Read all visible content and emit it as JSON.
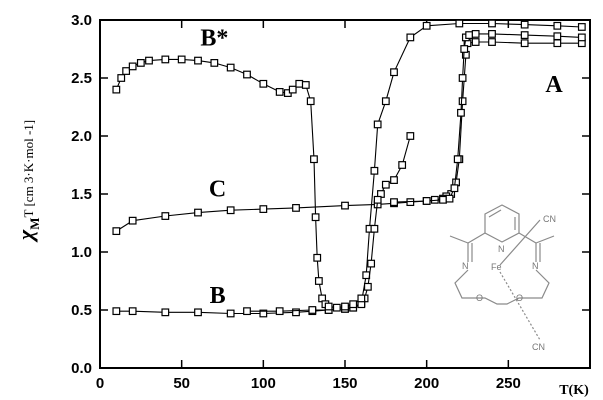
{
  "chart_data": {
    "type": "scatter",
    "xlabel": "T(K)",
    "ylabel_main": "χ",
    "ylabel_sub": "M",
    "ylabel_rest": "T [cm  3·K·mol  -1]",
    "xlim": [
      0,
      300
    ],
    "ylim": [
      0.0,
      3.0
    ],
    "x_ticks": [
      "0",
      "50",
      "100",
      "150",
      "200",
      "250"
    ],
    "y_ticks": [
      "0.0",
      "0.5",
      "1.0",
      "1.5",
      "2.0",
      "2.5",
      "3.0"
    ],
    "grid": false,
    "annotations": [
      {
        "id": "bstar",
        "text": "B*",
        "x": 70,
        "y": 2.78
      },
      {
        "id": "a",
        "text": "A",
        "x": 278,
        "y": 2.38
      },
      {
        "id": "c",
        "text": "C",
        "x": 72,
        "y": 1.48
      },
      {
        "id": "b",
        "text": "B",
        "x": 72,
        "y": 0.56
      }
    ],
    "series": [
      {
        "id": "A-cool",
        "x": [
          295,
          280,
          260,
          240,
          230,
          225,
          224,
          222,
          220,
          218,
          215,
          212,
          210,
          205,
          200,
          190,
          180,
          170,
          150,
          120,
          100,
          80,
          60,
          40,
          20,
          10
        ],
        "y": [
          2.8,
          2.8,
          2.8,
          2.81,
          2.81,
          2.8,
          2.7,
          2.3,
          1.8,
          1.6,
          1.5,
          1.48,
          1.46,
          1.45,
          1.44,
          1.43,
          1.42,
          1.41,
          1.4,
          1.38,
          1.37,
          1.36,
          1.34,
          1.31,
          1.27,
          1.18
        ]
      },
      {
        "id": "A-heat",
        "x": [
          180,
          200,
          210,
          214,
          217,
          219,
          221,
          222,
          223,
          224,
          226,
          230,
          240,
          260,
          280,
          295
        ],
        "y": [
          1.43,
          1.44,
          1.45,
          1.46,
          1.55,
          1.8,
          2.2,
          2.5,
          2.75,
          2.85,
          2.87,
          2.88,
          2.88,
          2.87,
          2.86,
          2.85
        ]
      },
      {
        "id": "B-heat",
        "x": [
          10,
          20,
          40,
          60,
          80,
          100,
          120,
          130,
          140,
          150,
          155,
          160,
          163,
          165,
          168,
          170,
          175,
          180,
          190,
          200,
          220,
          240,
          260,
          280,
          295
        ],
        "y": [
          0.49,
          0.49,
          0.48,
          0.48,
          0.47,
          0.47,
          0.48,
          0.49,
          0.5,
          0.51,
          0.52,
          0.56,
          0.8,
          1.2,
          1.7,
          2.1,
          2.3,
          2.55,
          2.85,
          2.95,
          2.97,
          2.97,
          2.96,
          2.95,
          2.94
        ]
      },
      {
        "id": "B-cool",
        "x": [
          190,
          185,
          180,
          175,
          172,
          170,
          168,
          166,
          164,
          162,
          160,
          155,
          150,
          140,
          130,
          110,
          90
        ],
        "y": [
          2.0,
          1.75,
          1.62,
          1.58,
          1.5,
          1.45,
          1.2,
          0.9,
          0.7,
          0.6,
          0.55,
          0.52,
          0.51,
          0.5,
          0.5,
          0.49,
          0.49
        ]
      },
      {
        "id": "Bstar",
        "x": [
          10,
          13,
          16,
          20,
          25,
          30,
          40,
          50,
          60,
          70,
          80,
          90,
          100,
          110,
          115,
          118,
          122,
          126,
          129,
          131,
          132,
          133,
          134,
          136,
          138,
          140,
          145,
          150,
          155,
          160
        ],
        "y": [
          2.4,
          2.5,
          2.56,
          2.6,
          2.63,
          2.65,
          2.66,
          2.66,
          2.65,
          2.63,
          2.59,
          2.53,
          2.45,
          2.38,
          2.37,
          2.4,
          2.45,
          2.44,
          2.3,
          1.8,
          1.3,
          0.95,
          0.75,
          0.6,
          0.55,
          0.53,
          0.52,
          0.53,
          0.55,
          0.6
        ]
      }
    ]
  },
  "inset": {
    "structure_labels": [
      "CN",
      "N",
      "N",
      "N",
      "Fe",
      "O",
      "O",
      "CN"
    ]
  }
}
